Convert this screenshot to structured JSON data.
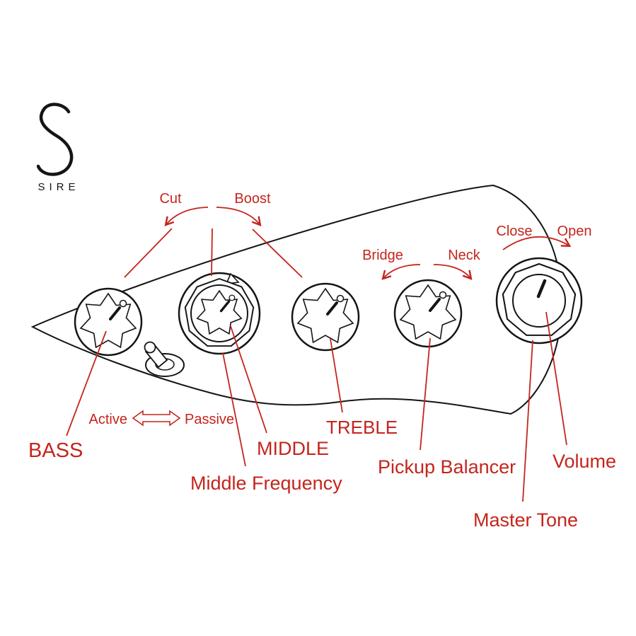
{
  "logo": {
    "text": "SIRE"
  },
  "annotations": {
    "cut": "Cut",
    "boost": "Boost",
    "close": "Close",
    "open": "Open",
    "bridge": "Bridge",
    "neck": "Neck",
    "active": "Active",
    "passive": "Passive"
  },
  "labels": {
    "bass": "BASS",
    "middle": "MIDDLE",
    "middle_frequency": "Middle Frequency",
    "treble": "TREBLE",
    "pickup_balancer": "Pickup Balancer",
    "volume": "Volume",
    "master_tone": "Master Tone"
  },
  "colors": {
    "annotation_red": "#c4251d",
    "outline_black": "#151515",
    "background": "#ffffff"
  }
}
